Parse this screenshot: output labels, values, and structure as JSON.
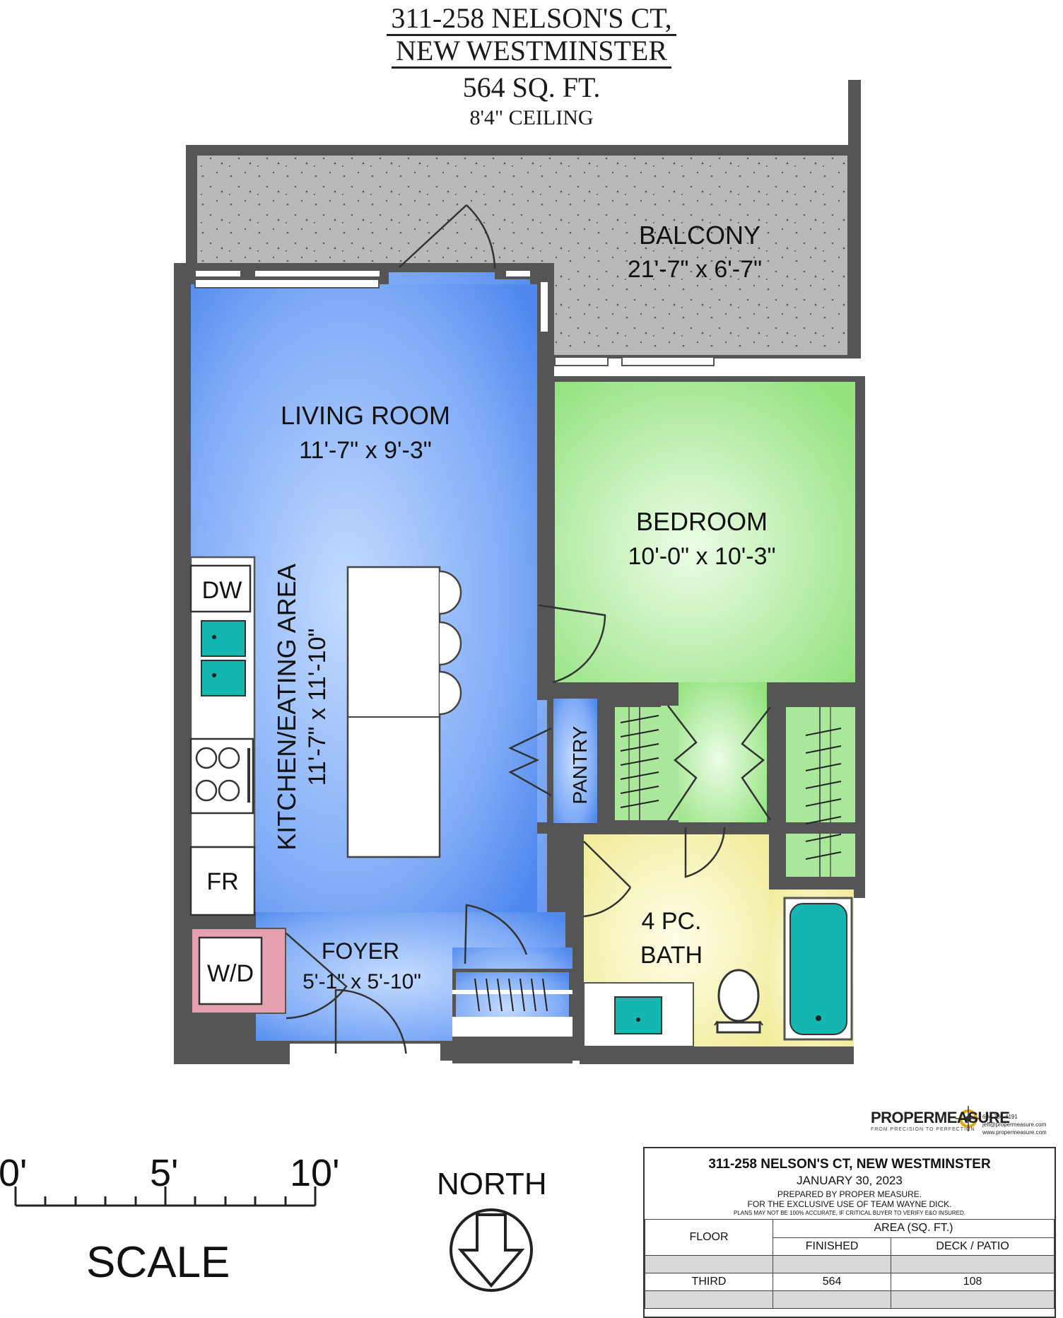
{
  "header": {
    "address_line1": "311-258 NELSON'S CT,",
    "address_line2": "NEW WESTMINSTER",
    "area": "564 SQ. FT.",
    "ceiling": "8'4\" CEILING"
  },
  "rooms": {
    "balcony": {
      "name": "BALCONY",
      "dims": "21'-7\" x 6'-7\""
    },
    "living": {
      "name": "LIVING ROOM",
      "dims": "11'-7\" x 9'-3\""
    },
    "bedroom": {
      "name": "BEDROOM",
      "dims": "10'-0\" x 10'-3\""
    },
    "kitchen": {
      "name": "KITCHEN/EATING AREA",
      "dims": "11'-7\" x 11'-10\""
    },
    "foyer": {
      "name": "FOYER",
      "dims": "5'-1\" x 5'-10\""
    },
    "bath": {
      "name_line1": "4 PC.",
      "name_line2": "BATH"
    },
    "pantry": {
      "name": "PANTRY"
    }
  },
  "fixtures": {
    "dishwasher": "DW",
    "fridge": "FR",
    "washer_dryer": "W/D"
  },
  "scale": {
    "label_0": "0'",
    "label_5": "5'",
    "label_10": "10'",
    "title": "SCALE"
  },
  "north": {
    "label": "NORTH"
  },
  "logo": {
    "brand": "PROPERMEASURE",
    "tagline": "FROM PRECISION TO PERFECTION",
    "phone": "604-786-4191",
    "email": "jeff@propermeasure.com",
    "website": "www.propermeasure.com"
  },
  "title_block": {
    "address": "311-258 NELSON'S CT, NEW WESTMINSTER",
    "date": "JANUARY 30, 2023",
    "prepared_by": "PREPARED BY PROPER MEASURE.",
    "exclusive": "FOR THE EXCLUSIVE USE OF TEAM WAYNE DICK.",
    "disclaimer": "PLANS MAY NOT BE 100% ACCURATE, IF CRITICAL BUYER TO VERIFY E&O INSURED.",
    "col_floor": "FLOOR",
    "col_area": "AREA (SQ. FT.)",
    "col_finished": "FINISHED",
    "col_deck": "DECK / PATIO",
    "row_floor": "THIRD",
    "row_finished": "564",
    "row_deck": "108"
  },
  "colors": {
    "wall": "#555555",
    "living_blue": "#5b92f0",
    "bedroom_green": "#9be58c",
    "bath_yellow": "#f4f0a4",
    "balcony_gray": "#b8b8b8",
    "fixture_teal": "#15b5b0",
    "laundry_pink": "#e6a1b0"
  }
}
